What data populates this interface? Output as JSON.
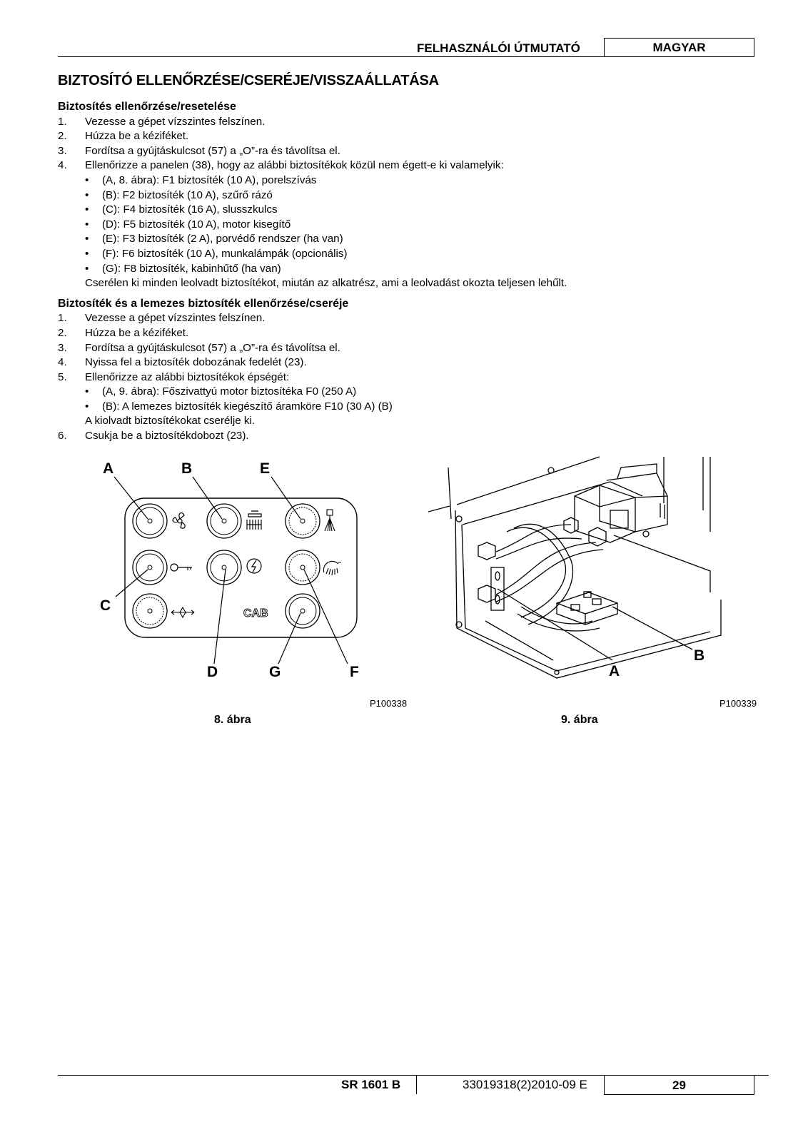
{
  "header": {
    "manual": "FELHASZNÁLÓI ÚTMUTATÓ",
    "language": "MAGYAR"
  },
  "title": "BIZTOSÍTÓ ELLENŐRZÉSE/CSERÉJE/VISSZAÁLLATÁSA",
  "section1": {
    "heading": "Biztosítés ellenőrzése/resetelése",
    "steps": [
      {
        "n": "1.",
        "text": "Vezesse a gépet vízszintes felszínen."
      },
      {
        "n": "2.",
        "text": "Húzza be a kéziféket."
      },
      {
        "n": "3.",
        "text": "Fordítsa a gyújtáskulcsot (57) a „O”-ra és távolítsa el."
      },
      {
        "n": "4.",
        "text": "Ellenőrizze a panelen (38), hogy az alábbi biztosítékok közül nem égett-e ki valamelyik:"
      }
    ],
    "bullets": [
      "(A, 8. ábra): F1 biztosíték (10 A), porelszívás",
      "(B): F2 biztosíték (10 A), szűrő rázó",
      "(C): F4 biztosíték (16 A), slusszkulcs",
      "(D): F5 biztosíték (10 A), motor kisegítő",
      "(E): F3 biztosíték (2 A), porvédő rendszer (ha van)",
      "(F): F6 biztosíték (10 A), munkalámpák (opcionális)",
      "(G): F8 biztosíték, kabinhűtő (ha van)"
    ],
    "note": "Cserélen ki minden leolvadt biztosítékot, miután az alkatrész, ami a leolvadást okozta teljesen lehűlt."
  },
  "section2": {
    "heading": "Biztosíték és a lemezes biztosíték ellenőrzése/cseréje",
    "steps": [
      {
        "n": "1.",
        "text": "Vezesse a gépet vízszintes felszínen."
      },
      {
        "n": "2.",
        "text": "Húzza be a kéziféket."
      },
      {
        "n": "3.",
        "text": "Fordítsa a gyújtáskulcsot (57) a „O”-ra és távolítsa el."
      },
      {
        "n": "4.",
        "text": "Nyissa fel a biztosíték dobozának fedelét (23)."
      },
      {
        "n": "5.",
        "text": "Ellenőrizze az alábbi biztosítékok épségét:"
      }
    ],
    "bullets": [
      "(A, 9. ábra): Főszivattyú motor biztosítéka F0 (250 A)",
      "(B): A lemezes biztosíték kiegészítő áramköre F10 (30 A) (B)"
    ],
    "note": "A kiolvadt biztosítékokat cserélje ki.",
    "final_step": {
      "n": "6.",
      "text": "Csukja be a biztosítékdobozt (23)."
    }
  },
  "figure8": {
    "labels": {
      "A": "A",
      "B": "B",
      "E": "E",
      "C": "C",
      "D": "D",
      "G": "G",
      "F": "F"
    },
    "cab_text": "CAB",
    "code": "P100338",
    "caption": "8. ábra",
    "icons": [
      "fan-icon",
      "filter-shaker-icon",
      "spray-icon",
      "key-icon",
      "lightning-icon",
      "shower-icon",
      "arrows-icon",
      "cab-icon"
    ]
  },
  "figure9": {
    "labels": {
      "B": "B",
      "A": "A"
    },
    "code": "P100339",
    "caption": "9. ábra"
  },
  "footer": {
    "model": "SR 1601 B",
    "doc_code": "33019318(2)2010-09 E",
    "page": "29"
  }
}
